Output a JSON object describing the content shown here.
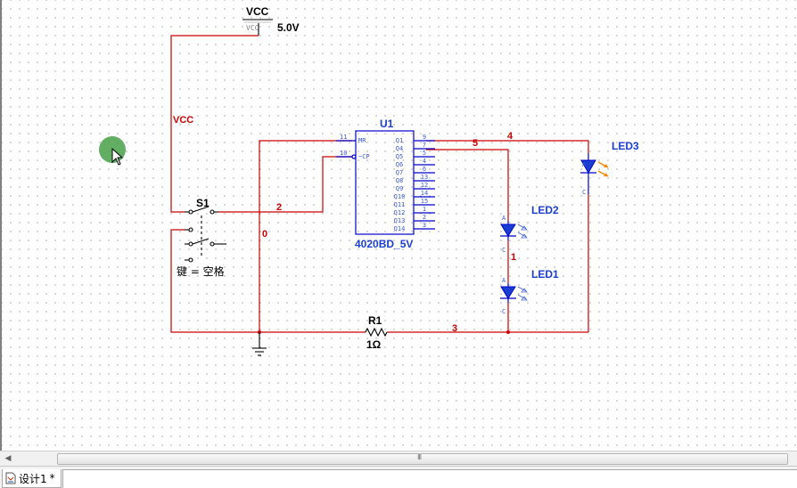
{
  "schematic": {
    "vcc_label": "VCC",
    "vcc_pin_text": "VCC",
    "vcc_voltage": "5.0V",
    "vcc_net_label": "VCC",
    "switch": {
      "ref": "S1",
      "key_label": "键 = 空格"
    },
    "counter": {
      "ref": "U1",
      "value": "4020BD_5V",
      "left_pins": [
        {
          "name": "MR",
          "num": "11"
        },
        {
          "name": "~CP",
          "num": "10"
        }
      ],
      "right_pins": [
        {
          "name": "Q1",
          "num": "9"
        },
        {
          "name": "Q4",
          "num": "7"
        },
        {
          "name": "Q5",
          "num": "5"
        },
        {
          "name": "Q6",
          "num": "4"
        },
        {
          "name": "Q7",
          "num": "6"
        },
        {
          "name": "Q8",
          "num": "13"
        },
        {
          "name": "Q9",
          "num": "12"
        },
        {
          "name": "Q10",
          "num": "14"
        },
        {
          "name": "Q11",
          "num": "15"
        },
        {
          "name": "Q12",
          "num": "1"
        },
        {
          "name": "Q13",
          "num": "2"
        },
        {
          "name": "Q14",
          "num": "3"
        }
      ]
    },
    "leds": [
      {
        "ref": "LED3"
      },
      {
        "ref": "LED2"
      },
      {
        "ref": "LED1"
      }
    ],
    "resistor": {
      "ref": "R1",
      "value": "1Ω"
    },
    "nets": {
      "n0": "0",
      "n1": "1",
      "n2": "2",
      "n3": "3",
      "n4": "4",
      "n5": "5"
    },
    "led_pin_a": "A",
    "led_pin_c": "C"
  },
  "tab": {
    "label": "设计1",
    "modified_marker": "*"
  },
  "scrollbar": {
    "grip": "III"
  },
  "colors": {
    "wire": "#cc0000",
    "component": "#0000cc",
    "cursor_halo": "#46a046"
  }
}
